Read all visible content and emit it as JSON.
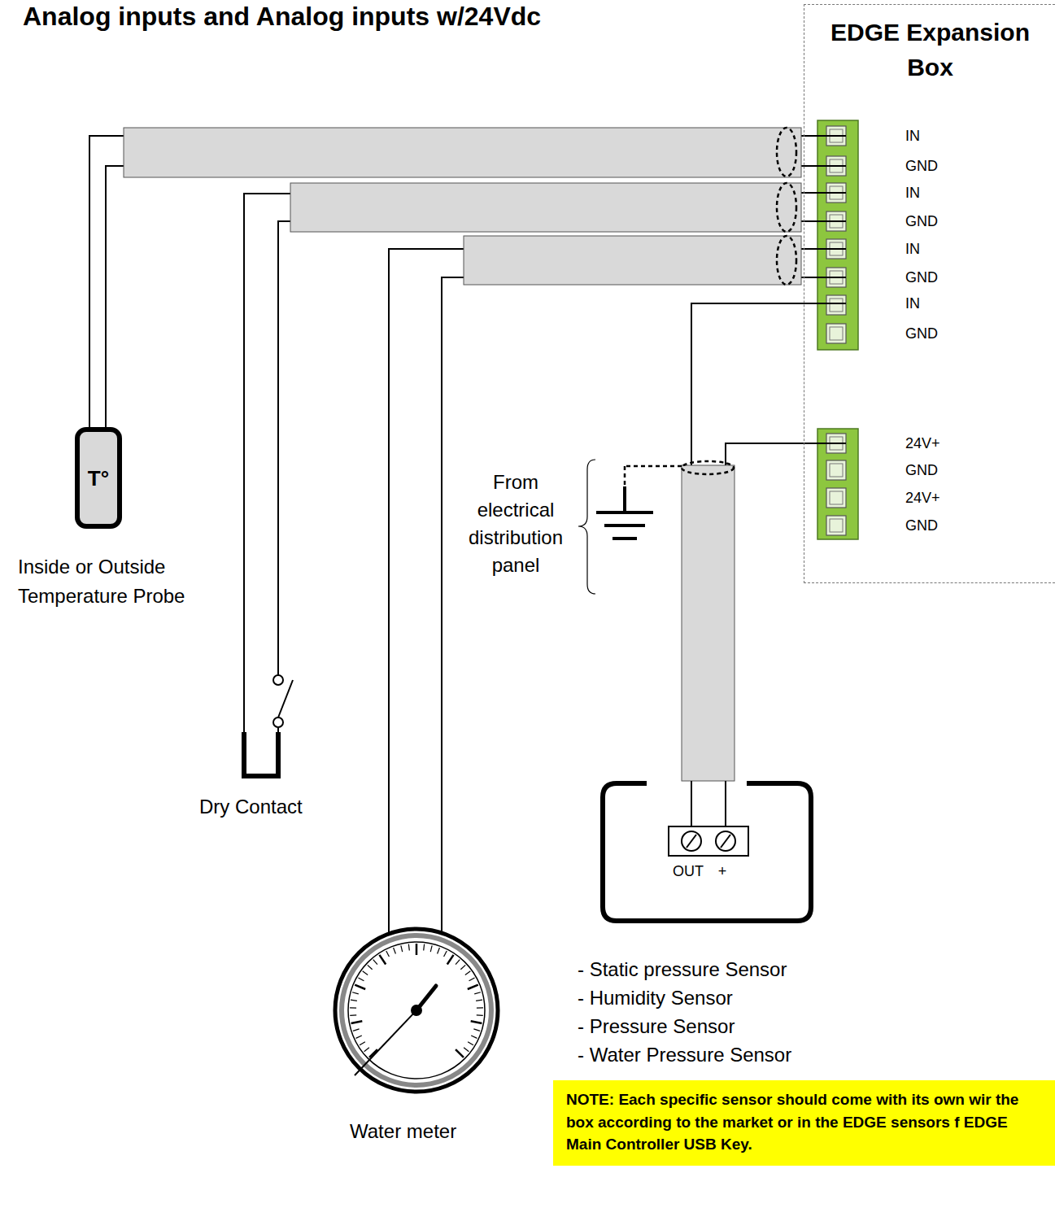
{
  "diagram": {
    "title": "Analog inputs and Analog inputs w/24Vdc",
    "nodes": [
      {
        "text": [
          "EDGE Expansion Box"
        ]
      },
      {
        "text": [
          "T°"
        ]
      },
      {
        "text": [
          "OUT",
          "+"
        ]
      }
    ],
    "edges": [
      {
        "from": 1,
        "to": 0,
        "arrow": "none"
      },
      {
        "from": 2,
        "to": 0,
        "arrow": "none"
      }
    ],
    "labels": [
      "IN",
      "GND",
      "IN",
      "GND",
      "IN",
      "GND",
      "IN",
      "GND",
      "24V+",
      "GND",
      "24V+",
      "GND",
      "Inside or Outside Temperature Probe",
      "Dry Contact",
      "Water meter",
      "From electrical distribution panel",
      "- Static pressure Sensor",
      "- Humidity Sensor",
      "- Pressure Sensor",
      "- Water Pressure Sensor",
      "NOTE: Each specific sensor should come with its own wir the box according to the market or in the EDGE sensors f EDGE Main Controller USB Key."
    ]
  }
}
